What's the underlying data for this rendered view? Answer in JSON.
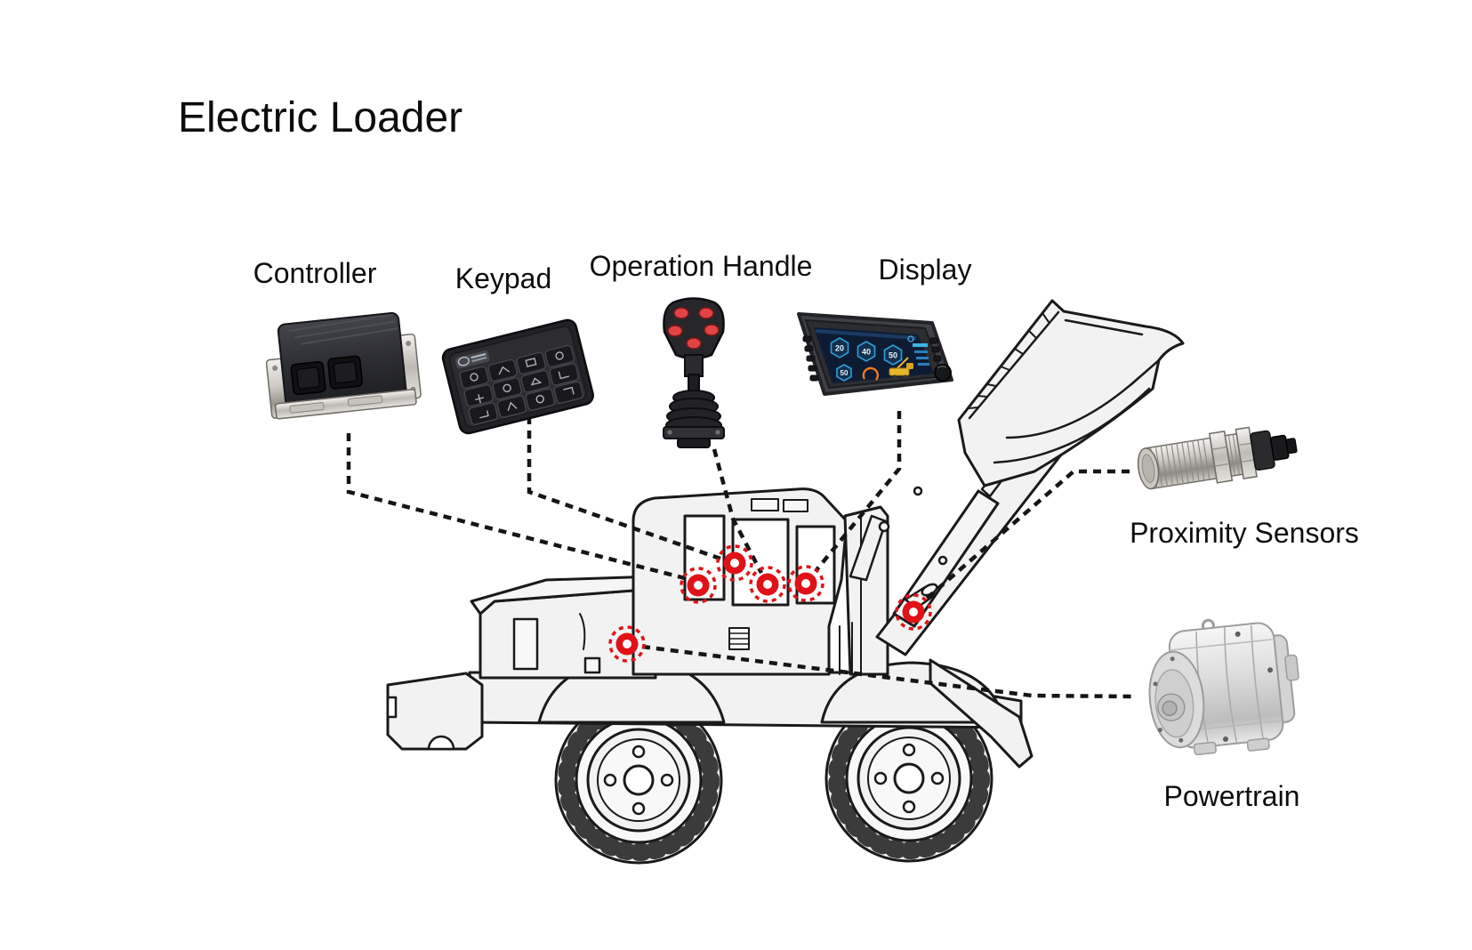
{
  "title": "Electric Loader",
  "colors": {
    "accent_red": "#e01218",
    "outline": "#1a1a1a",
    "body_fill": "#f2f2f2"
  },
  "components": {
    "controller": {
      "label": "Controller"
    },
    "keypad": {
      "label": "Keypad"
    },
    "operation_handle": {
      "label": "Operation Handle"
    },
    "display": {
      "label": "Display"
    },
    "proximity_sensors": {
      "label": "Proximity Sensors"
    },
    "powertrain": {
      "label": "Powertrain"
    }
  },
  "display_screen": {
    "gauges": [
      {
        "value": "20"
      },
      {
        "value": "40"
      },
      {
        "value": "50"
      }
    ],
    "secondary_gauge": {
      "value": "50"
    }
  }
}
